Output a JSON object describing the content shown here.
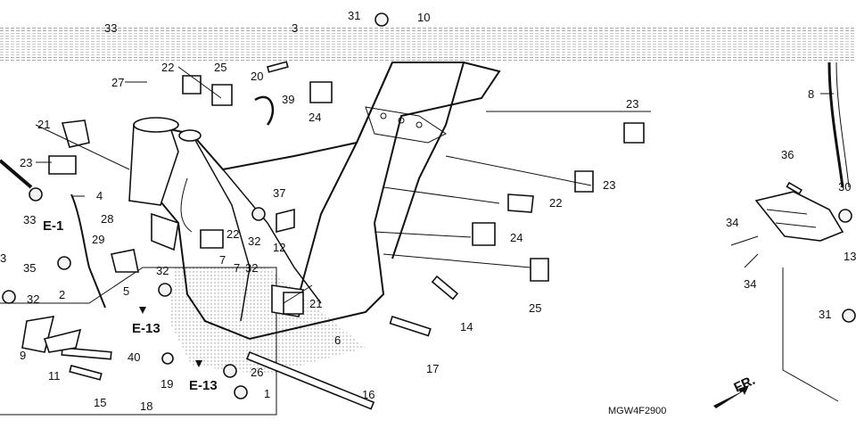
{
  "diagram": {
    "callouts": [
      {
        "id": "c-33-top",
        "text": "33"
      },
      {
        "id": "c-3-top",
        "text": "3"
      },
      {
        "id": "c-31-top",
        "text": "31"
      },
      {
        "id": "c-10",
        "text": "10"
      },
      {
        "id": "c-22-a",
        "text": "22"
      },
      {
        "id": "c-25-top",
        "text": "25"
      },
      {
        "id": "c-20",
        "text": "20"
      },
      {
        "id": "c-27",
        "text": "27"
      },
      {
        "id": "c-39",
        "text": "39"
      },
      {
        "id": "c-24-top",
        "text": "24"
      },
      {
        "id": "c-8",
        "text": "8"
      },
      {
        "id": "c-21-a",
        "text": "21"
      },
      {
        "id": "c-23-left",
        "text": "23"
      },
      {
        "id": "c-23-right-top",
        "text": "23"
      },
      {
        "id": "c-36",
        "text": "36"
      },
      {
        "id": "c-23-mid",
        "text": "23"
      },
      {
        "id": "c-30",
        "text": "30"
      },
      {
        "id": "c-4",
        "text": "4"
      },
      {
        "id": "c-33-left",
        "text": "33"
      },
      {
        "id": "c-37",
        "text": "37"
      },
      {
        "id": "c-22-b",
        "text": "22"
      },
      {
        "id": "c-28",
        "text": "28"
      },
      {
        "id": "c-32-a",
        "text": "32"
      },
      {
        "id": "c-12",
        "text": "12"
      },
      {
        "id": "c-22-c",
        "text": "22"
      },
      {
        "id": "c-24-mid",
        "text": "24"
      },
      {
        "id": "c-34-a",
        "text": "34"
      },
      {
        "id": "c-13-right",
        "text": "13"
      },
      {
        "id": "c-35",
        "text": "35"
      },
      {
        "id": "c-29",
        "text": "29"
      },
      {
        "id": "c-3-left",
        "text": "3"
      },
      {
        "id": "c-7-a",
        "text": "7"
      },
      {
        "id": "c-7-b",
        "text": "7"
      },
      {
        "id": "c-32-b",
        "text": "32"
      },
      {
        "id": "c-32-c",
        "text": "32"
      },
      {
        "id": "c-34-b",
        "text": "34"
      },
      {
        "id": "c-2",
        "text": "2"
      },
      {
        "id": "c-5",
        "text": "5"
      },
      {
        "id": "c-32-d",
        "text": "32"
      },
      {
        "id": "c-21-b",
        "text": "21"
      },
      {
        "id": "c-25-mid",
        "text": "25"
      },
      {
        "id": "c-31-right",
        "text": "31"
      },
      {
        "id": "c-14",
        "text": "14"
      },
      {
        "id": "c-9",
        "text": "9"
      },
      {
        "id": "c-6",
        "text": "6"
      },
      {
        "id": "c-40",
        "text": "40"
      },
      {
        "id": "c-17",
        "text": "17"
      },
      {
        "id": "c-11",
        "text": "11"
      },
      {
        "id": "c-19",
        "text": "19"
      },
      {
        "id": "c-26",
        "text": "26"
      },
      {
        "id": "c-1",
        "text": "1"
      },
      {
        "id": "c-16",
        "text": "16"
      },
      {
        "id": "c-15",
        "text": "15"
      },
      {
        "id": "c-18",
        "text": "18"
      }
    ],
    "references": [
      {
        "id": "e1",
        "text": "E-1"
      },
      {
        "id": "e13-a",
        "text": "E-13"
      },
      {
        "id": "e13-b",
        "text": "E-13"
      }
    ],
    "direction_label": "FR.",
    "diagram_code": "MGW4F2900",
    "colors": {
      "ink": "#111111",
      "paper": "#ffffff",
      "shade": "#9a9a9a"
    }
  }
}
